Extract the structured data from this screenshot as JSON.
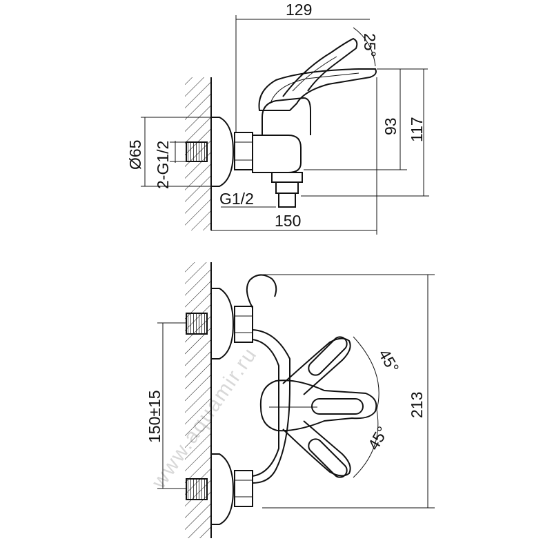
{
  "watermark": "www.aquamir.ru",
  "colors": {
    "line": "#111111",
    "background": "#ffffff"
  },
  "side_view": {
    "dimensions": {
      "top_width": "129",
      "lever_angle": "25°",
      "spout_height": "93",
      "overall_height": "117",
      "flange_diameter": "Ø65",
      "inlet_thread": "2-G1/2",
      "outlet_thread": "G1/2",
      "overall_depth": "150"
    }
  },
  "front_view": {
    "dimensions": {
      "inlet_spacing": "150±15",
      "overall_height": "213",
      "upper_angle": "45°",
      "lower_angle": "45°"
    }
  }
}
